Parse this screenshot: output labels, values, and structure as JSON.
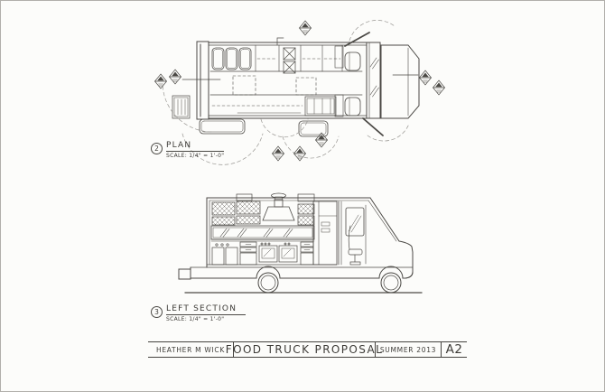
{
  "sheet": {
    "kind": "architectural drawing sheet",
    "colors": {
      "paper": "#fcfcfa",
      "ink": "#4b4945",
      "light_ink": "#8e8c88",
      "edge": "#b1afab"
    }
  },
  "plan_view": {
    "number": "2",
    "label": "PLAN",
    "scale": "SCALE: 1/4\" = 1'-0\""
  },
  "section_view": {
    "number": "3",
    "label": "LEFT SECTION",
    "scale": "SCALE: 1/4\" = 1'-0\""
  },
  "title_block": {
    "author": "HEATHER M WICK",
    "project": "FOOD TRUCK PROPOSAL",
    "date": "SUMMER 2013",
    "sheet": "A2"
  },
  "icons": {
    "elevation_marker": "diamond with filled direction triangle",
    "drawing_number_bubble": "circle"
  }
}
